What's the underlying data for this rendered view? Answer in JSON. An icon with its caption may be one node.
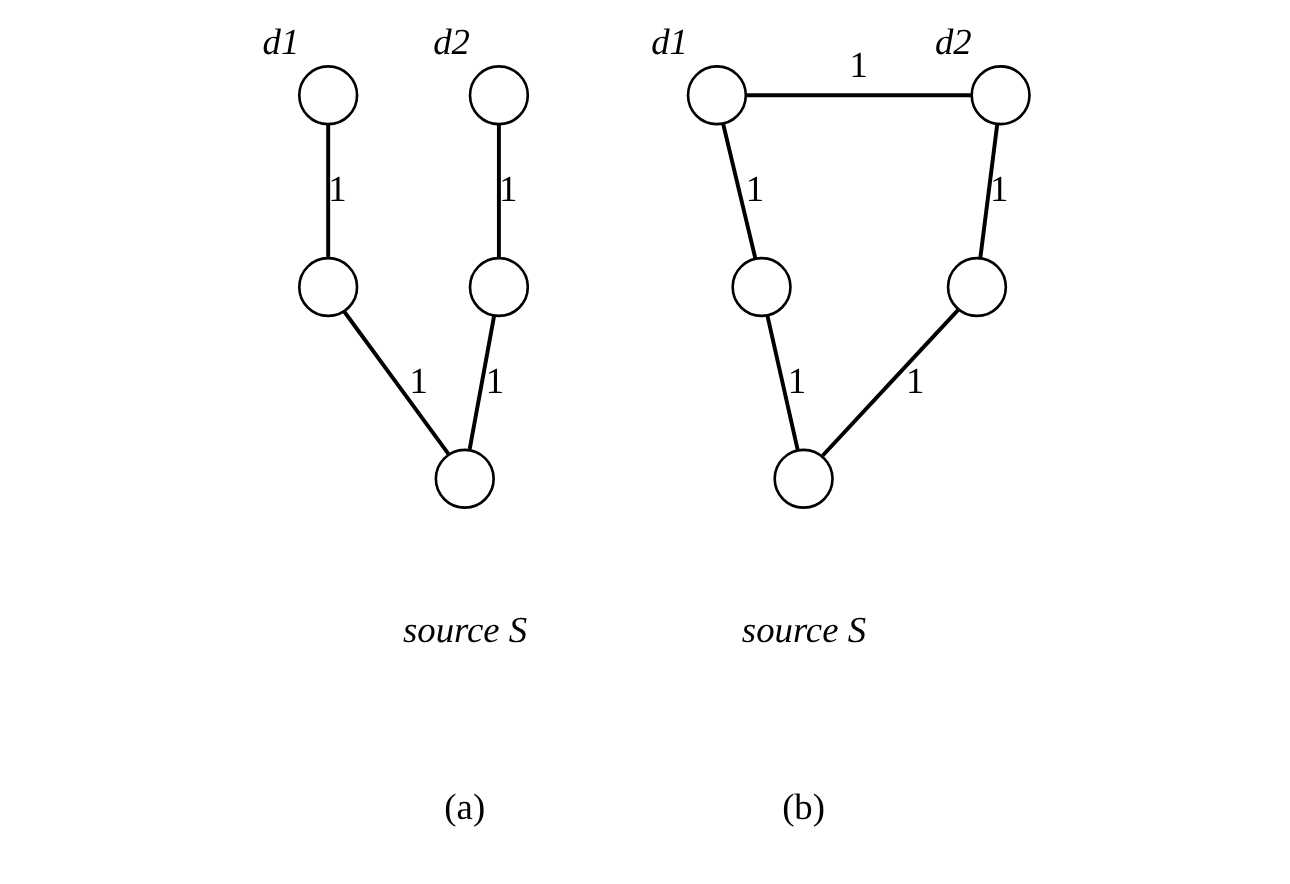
{
  "diagram": {
    "nodes": [
      {
        "text": [],
        "shape": "circle",
        "beside": [
          "d1"
        ]
      },
      {
        "text": [],
        "shape": "circle",
        "beside": [
          "d2"
        ]
      },
      {
        "text": [],
        "shape": "circle"
      },
      {
        "text": [],
        "shape": "circle"
      },
      {
        "text": [],
        "shape": "circle",
        "beside": [
          "source S"
        ]
      },
      {
        "text": [],
        "shape": "circle",
        "beside": [
          "d1"
        ]
      },
      {
        "text": [],
        "shape": "circle",
        "beside": [
          "d2"
        ]
      },
      {
        "text": [],
        "shape": "circle"
      },
      {
        "text": [],
        "shape": "circle"
      },
      {
        "text": [],
        "shape": "circle",
        "beside": [
          "source S"
        ]
      }
    ],
    "edges": [
      {
        "from": 0,
        "to": 2,
        "arrow": "none",
        "label": "1"
      },
      {
        "from": 1,
        "to": 3,
        "arrow": "none",
        "label": "1"
      },
      {
        "from": 2,
        "to": 4,
        "arrow": "none",
        "label": "1"
      },
      {
        "from": 3,
        "to": 4,
        "arrow": "none",
        "label": "1"
      },
      {
        "from": 5,
        "to": 6,
        "arrow": "none",
        "label": "1"
      },
      {
        "from": 5,
        "to": 7,
        "arrow": "none",
        "label": "1"
      },
      {
        "from": 6,
        "to": 8,
        "arrow": "none",
        "label": "1"
      },
      {
        "from": 7,
        "to": 9,
        "arrow": "none",
        "label": "1"
      },
      {
        "from": 8,
        "to": 9,
        "arrow": "none",
        "label": "1"
      }
    ],
    "labels": [
      "(a)",
      "(b)"
    ]
  }
}
